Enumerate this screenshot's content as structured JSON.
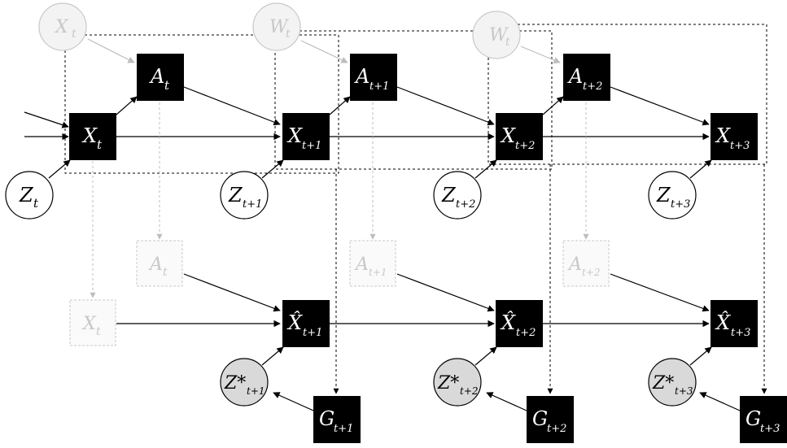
{
  "diagram": {
    "rows": {
      "actual": [
        {
          "id": "W_t",
          "base": "W",
          "sub": "t",
          "kind": "latent-faint"
        },
        {
          "id": "W_t2",
          "base": "W",
          "sub": "t",
          "kind": "latent-faint"
        },
        {
          "id": "W_t3",
          "base": "W",
          "sub": "t",
          "kind": "latent-faint"
        }
      ]
    },
    "labels": {
      "X_t": {
        "base": "X",
        "sub": "t"
      },
      "X_t1": {
        "base": "X",
        "sub": "t+1"
      },
      "X_t2": {
        "base": "X",
        "sub": "t+2"
      },
      "X_t3": {
        "base": "X",
        "sub": "t+3"
      },
      "A_t": {
        "base": "A",
        "sub": "t"
      },
      "A_t1": {
        "base": "A",
        "sub": "t+1"
      },
      "A_t2": {
        "base": "A",
        "sub": "t+2"
      },
      "Z_t": {
        "base": "Z",
        "sub": "t"
      },
      "Z_t1": {
        "base": "Z",
        "sub": "t+1"
      },
      "Z_t2": {
        "base": "Z",
        "sub": "t+2"
      },
      "Z_t3": {
        "base": "Z",
        "sub": "t+3"
      },
      "Xhat_t1": {
        "base": "X̂",
        "sub": "t+1"
      },
      "Xhat_t2": {
        "base": "X̂",
        "sub": "t+2"
      },
      "Xhat_t3": {
        "base": "X̂",
        "sub": "t+3"
      },
      "Zs_t1": {
        "base": "Z*",
        "sub": "t+1"
      },
      "Zs_t2": {
        "base": "Z*",
        "sub": "t+2"
      },
      "Zs_t3": {
        "base": "Z*",
        "sub": "t+3"
      },
      "G_t1": {
        "base": "G",
        "sub": "t+1"
      },
      "G_t2": {
        "base": "G",
        "sub": "t+2"
      },
      "G_t3": {
        "base": "G",
        "sub": "t+3"
      },
      "cfA_t": {
        "base": "A",
        "sub": "t"
      },
      "cfA_t1": {
        "base": "A",
        "sub": "t+1"
      },
      "cfA_t2": {
        "base": "A",
        "sub": "t+2"
      },
      "cfX_t": {
        "base": "X",
        "sub": "t"
      }
    },
    "colors": {
      "node_fill": "#000000",
      "node_text": "#ffffff",
      "faint": "#c8c8c8",
      "shaded_circle": "#d9d9d9"
    }
  }
}
